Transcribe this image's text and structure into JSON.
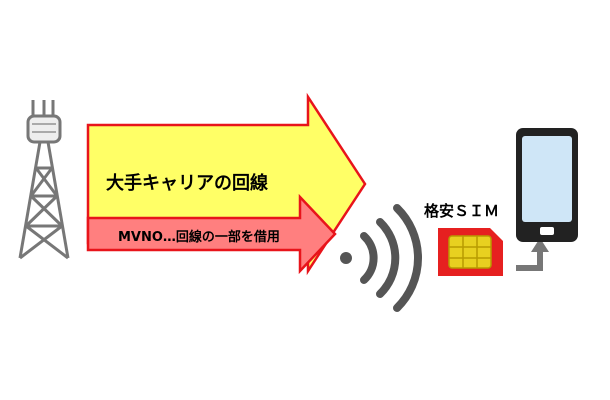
{
  "diagram": {
    "main_arrow_label": "大手キャリアの回線",
    "sub_arrow_label": "MVNO…回線の一部を借用",
    "sim_label": "格安ＳＩＭ"
  },
  "colors": {
    "main_arrow_fill": "#ffff66",
    "sub_arrow_fill": "#ff7f7f",
    "arrow_stroke": "#e8141b",
    "tower": "#777777",
    "tower_light": "#aaaaaa",
    "wifi": "#555555",
    "sim_red": "#e62020",
    "sim_chip": "#e8d020",
    "phone_body": "#222222",
    "phone_screen": "#cfe6f7"
  },
  "icons": {
    "tower": "cell-tower-icon",
    "wifi": "wireless-signal-icon",
    "sim": "sim-card-icon",
    "phone": "smartphone-icon",
    "insert_arrow": "insert-arrow-icon"
  }
}
